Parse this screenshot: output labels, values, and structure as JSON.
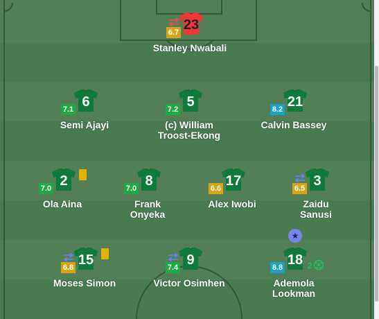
{
  "colors": {
    "pitch_dark": "#4a7a4f",
    "pitch_light": "#527f56",
    "line": "#2f4a33",
    "rating_green": "#1ea846",
    "rating_teal": "#16a3c7",
    "rating_yellow": "#d8a413",
    "shirt_green": "#0e7a3b",
    "gk_red": "#ee3838"
  },
  "players": [
    {
      "id": "nwabali",
      "number": "23",
      "name_line1": "Stanley Nwabali",
      "name_line2": "",
      "rating": "6.7",
      "rating_color": "#d8a413",
      "goalkeeper": true,
      "subbed": true,
      "yellow_card": false,
      "star": false,
      "goals": ""
    },
    {
      "id": "ajayi",
      "number": "6",
      "name_line1": "Semi Ajayi",
      "name_line2": "",
      "rating": "7.1",
      "rating_color": "#1ea846",
      "goalkeeper": false,
      "subbed": false,
      "yellow_card": false,
      "star": false,
      "goals": ""
    },
    {
      "id": "troost-ekong",
      "number": "5",
      "name_line1": "(c) William",
      "name_line2": "Troost-Ekong",
      "rating": "7.2",
      "rating_color": "#1ea846",
      "goalkeeper": false,
      "subbed": false,
      "yellow_card": false,
      "star": false,
      "goals": ""
    },
    {
      "id": "bassey",
      "number": "21",
      "name_line1": "Calvin Bassey",
      "name_line2": "",
      "rating": "8.2",
      "rating_color": "#16a3c7",
      "goalkeeper": false,
      "subbed": false,
      "yellow_card": false,
      "star": false,
      "goals": ""
    },
    {
      "id": "aina",
      "number": "2",
      "name_line1": "Ola Aina",
      "name_line2": "",
      "rating": "7.0",
      "rating_color": "#1ea846",
      "goalkeeper": false,
      "subbed": false,
      "yellow_card": true,
      "star": false,
      "goals": ""
    },
    {
      "id": "onyeka",
      "number": "8",
      "name_line1": "Frank",
      "name_line2": "Onyeka",
      "rating": "7.0",
      "rating_color": "#1ea846",
      "goalkeeper": false,
      "subbed": false,
      "yellow_card": false,
      "star": false,
      "goals": ""
    },
    {
      "id": "iwobi",
      "number": "17",
      "name_line1": "Alex Iwobi",
      "name_line2": "",
      "rating": "6.6",
      "rating_color": "#d8a413",
      "goalkeeper": false,
      "subbed": false,
      "yellow_card": false,
      "star": false,
      "goals": ""
    },
    {
      "id": "sanusi",
      "number": "3",
      "name_line1": "Zaidu",
      "name_line2": "Sanusi",
      "rating": "6.5",
      "rating_color": "#d8a413",
      "goalkeeper": false,
      "subbed": true,
      "yellow_card": false,
      "star": false,
      "goals": ""
    },
    {
      "id": "simon",
      "number": "15",
      "name_line1": "Moses Simon",
      "name_line2": "",
      "rating": "6.8",
      "rating_color": "#d8a413",
      "goalkeeper": false,
      "subbed": true,
      "yellow_card": true,
      "star": false,
      "goals": ""
    },
    {
      "id": "osimhen",
      "number": "9",
      "name_line1": "Victor Osimhen",
      "name_line2": "",
      "rating": "7.4",
      "rating_color": "#1ea846",
      "goalkeeper": false,
      "subbed": true,
      "yellow_card": false,
      "star": false,
      "goals": ""
    },
    {
      "id": "lookman",
      "number": "18",
      "name_line1": "Ademola",
      "name_line2": "Lookman",
      "rating": "8.8",
      "rating_color": "#16a3c7",
      "goalkeeper": false,
      "subbed": false,
      "yellow_card": false,
      "star": true,
      "goals": "2"
    }
  ]
}
